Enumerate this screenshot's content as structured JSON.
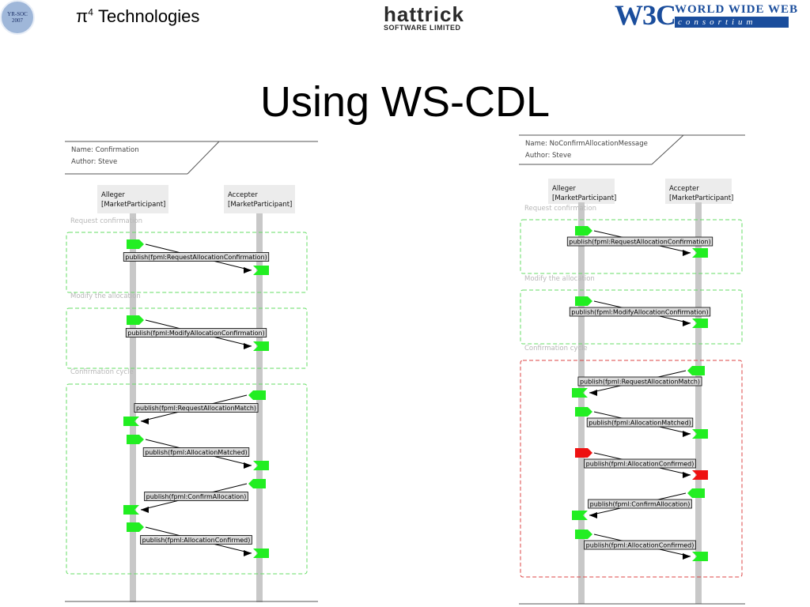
{
  "header": {
    "seal": {
      "line1": "YR-SOC",
      "line2": "2007"
    },
    "company": {
      "pi": "π",
      "sup": "4",
      "name": " Technologies"
    },
    "hattrick": {
      "big": "hattrick",
      "small": "SOFTWARE LIMITED"
    },
    "w3c": {
      "mark": "W3C",
      "top": "WORLD WIDE WEB",
      "bottom": "consortium"
    }
  },
  "title": "Using WS-CDL",
  "colors": {
    "ok": "#22ee22",
    "error": "#ee1111",
    "lifeline": "#c8c8c8",
    "ok_box": "#66dd66",
    "err_box": "#dd4444"
  },
  "diagrams": [
    {
      "name": "Name: Confirmation",
      "author": "Author: Steve",
      "participants": [
        {
          "line1": "Alleger",
          "line2": "[MarketParticipant]"
        },
        {
          "line1": "Accepter",
          "line2": "[MarketParticipant]"
        }
      ],
      "groups": [
        {
          "label": "Request confirmation",
          "status": "ok"
        },
        {
          "label": "Modify the allocation",
          "status": "ok"
        },
        {
          "label": "Confirmation cycle",
          "status": "ok"
        }
      ],
      "messages": [
        {
          "group": 0,
          "from": "left",
          "text": "publish(fpml:RequestAllocationConfirmation)",
          "status": "ok"
        },
        {
          "group": 1,
          "from": "left",
          "text": "publish(fpml:ModifyAllocationConfirmation)",
          "status": "ok"
        },
        {
          "group": 2,
          "from": "right",
          "text": "publish(fpml:RequestAllocationMatch)",
          "status": "ok"
        },
        {
          "group": 2,
          "from": "left",
          "text": "publish(fpml:AllocationMatched)",
          "status": "ok"
        },
        {
          "group": 2,
          "from": "right",
          "text": "publish(fpml:ConfirmAllocation)",
          "status": "ok"
        },
        {
          "group": 2,
          "from": "left",
          "text": "publish(fpml:AllocationConfirmed)",
          "status": "ok"
        }
      ]
    },
    {
      "name": "Name: NoConfirmAllocationMessage",
      "author": "Author: Steve",
      "participants": [
        {
          "line1": "Alleger",
          "line2": "[MarketParticipant]"
        },
        {
          "line1": "Accepter",
          "line2": "[MarketParticipant]"
        }
      ],
      "groups": [
        {
          "label": "Request confirmation",
          "status": "ok"
        },
        {
          "label": "Modify the allocation",
          "status": "ok"
        },
        {
          "label": "Confirmation cycle",
          "status": "error"
        }
      ],
      "messages": [
        {
          "group": 0,
          "from": "left",
          "text": "publish(fpml:RequestAllocationConfirmation)",
          "status": "ok"
        },
        {
          "group": 1,
          "from": "left",
          "text": "publish(fpml:ModifyAllocationConfirmation)",
          "status": "ok"
        },
        {
          "group": 2,
          "from": "right",
          "text": "publish(fpml:RequestAllocationMatch)",
          "status": "ok"
        },
        {
          "group": 2,
          "from": "left",
          "text": "publish(fpml:AllocationMatched)",
          "status": "ok"
        },
        {
          "group": 2,
          "from": "left",
          "text": "publish(fpml:AllocationConfirmed)",
          "status": "error"
        },
        {
          "group": 2,
          "from": "right",
          "text": "publish(fpml:ConfirmAllocation)",
          "status": "ok"
        },
        {
          "group": 2,
          "from": "left",
          "text": "publish(fpml:AllocationConfirmed)",
          "status": "ok"
        }
      ]
    }
  ]
}
